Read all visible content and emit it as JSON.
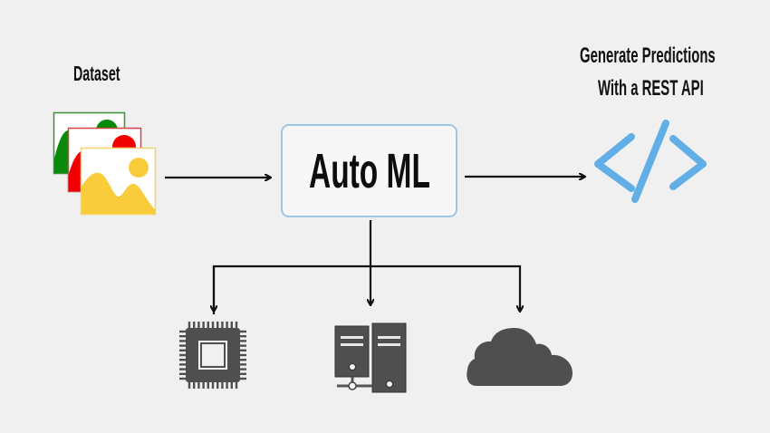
{
  "diagram": {
    "dataset": {
      "label": "Dataset",
      "icon": "image-stack-icon",
      "cards": [
        {
          "name": "green-image-card",
          "color": "#0a8a0a",
          "border": "#3a8f3a"
        },
        {
          "name": "red-image-card",
          "color": "#f00000",
          "border": "#d04545"
        },
        {
          "name": "yellow-image-card",
          "color": "#f9cc3c",
          "border": "#f3d36b"
        }
      ]
    },
    "center": {
      "label": "Auto ML",
      "border_color": "#9cc6e4"
    },
    "output": {
      "label_line1": "Generate Predictions",
      "label_line2": "With a REST API",
      "icon": "code-icon",
      "icon_color": "#62aee6"
    },
    "deployment_targets": [
      {
        "name": "cpu-chip",
        "icon": "cpu-chip-icon"
      },
      {
        "name": "servers",
        "icon": "server-icon"
      },
      {
        "name": "cloud",
        "icon": "cloud-icon"
      }
    ],
    "colors": {
      "background": "#f0f0f0",
      "arrow": "#111111",
      "device_icon": "#4f4f4f"
    }
  }
}
